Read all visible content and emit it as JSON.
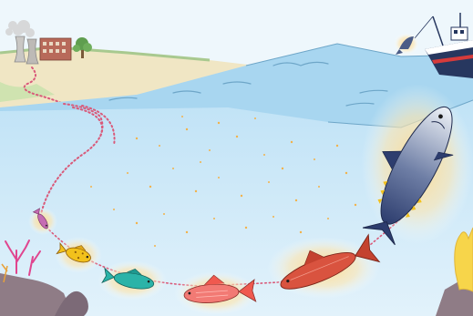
{
  "diagram": {
    "kind": "illustration",
    "theme": "mercury bioaccumulation up the marine food chain",
    "elements": [
      {
        "name": "factory",
        "icon": "factory-icon"
      },
      {
        "name": "cooling-towers",
        "icon": "cooling-tower-icon"
      },
      {
        "name": "tree",
        "icon": "tree-icon"
      },
      {
        "name": "fishing-boat",
        "icon": "fishing-boat-icon"
      },
      {
        "name": "caught-fish",
        "icon": "fish-icon"
      }
    ],
    "food_chain": [
      {
        "level": 1,
        "name": "small-fish-purple",
        "color": "#c56bb3"
      },
      {
        "level": 2,
        "name": "yellow-fish",
        "color": "#f2c11c"
      },
      {
        "level": 3,
        "name": "teal-fish",
        "color": "#2bb3a8"
      },
      {
        "level": 4,
        "name": "pink-fish",
        "color": "#f27a74"
      },
      {
        "level": 5,
        "name": "red-fish",
        "color": "#d9533f"
      },
      {
        "level": 6,
        "name": "tuna",
        "color": "#e9eef5"
      }
    ],
    "colors": {
      "water": "#bfe1f5",
      "water_surface": "#a5d3ef",
      "sky": "#eaf5fb",
      "pollution_dots": "#d95a7a",
      "particles": "#f2b24a",
      "glow": "#ffd98a",
      "coral_pink": "#e0458f",
      "coral_yellow": "#f7d54a",
      "rocks": "#8f7c86"
    }
  }
}
